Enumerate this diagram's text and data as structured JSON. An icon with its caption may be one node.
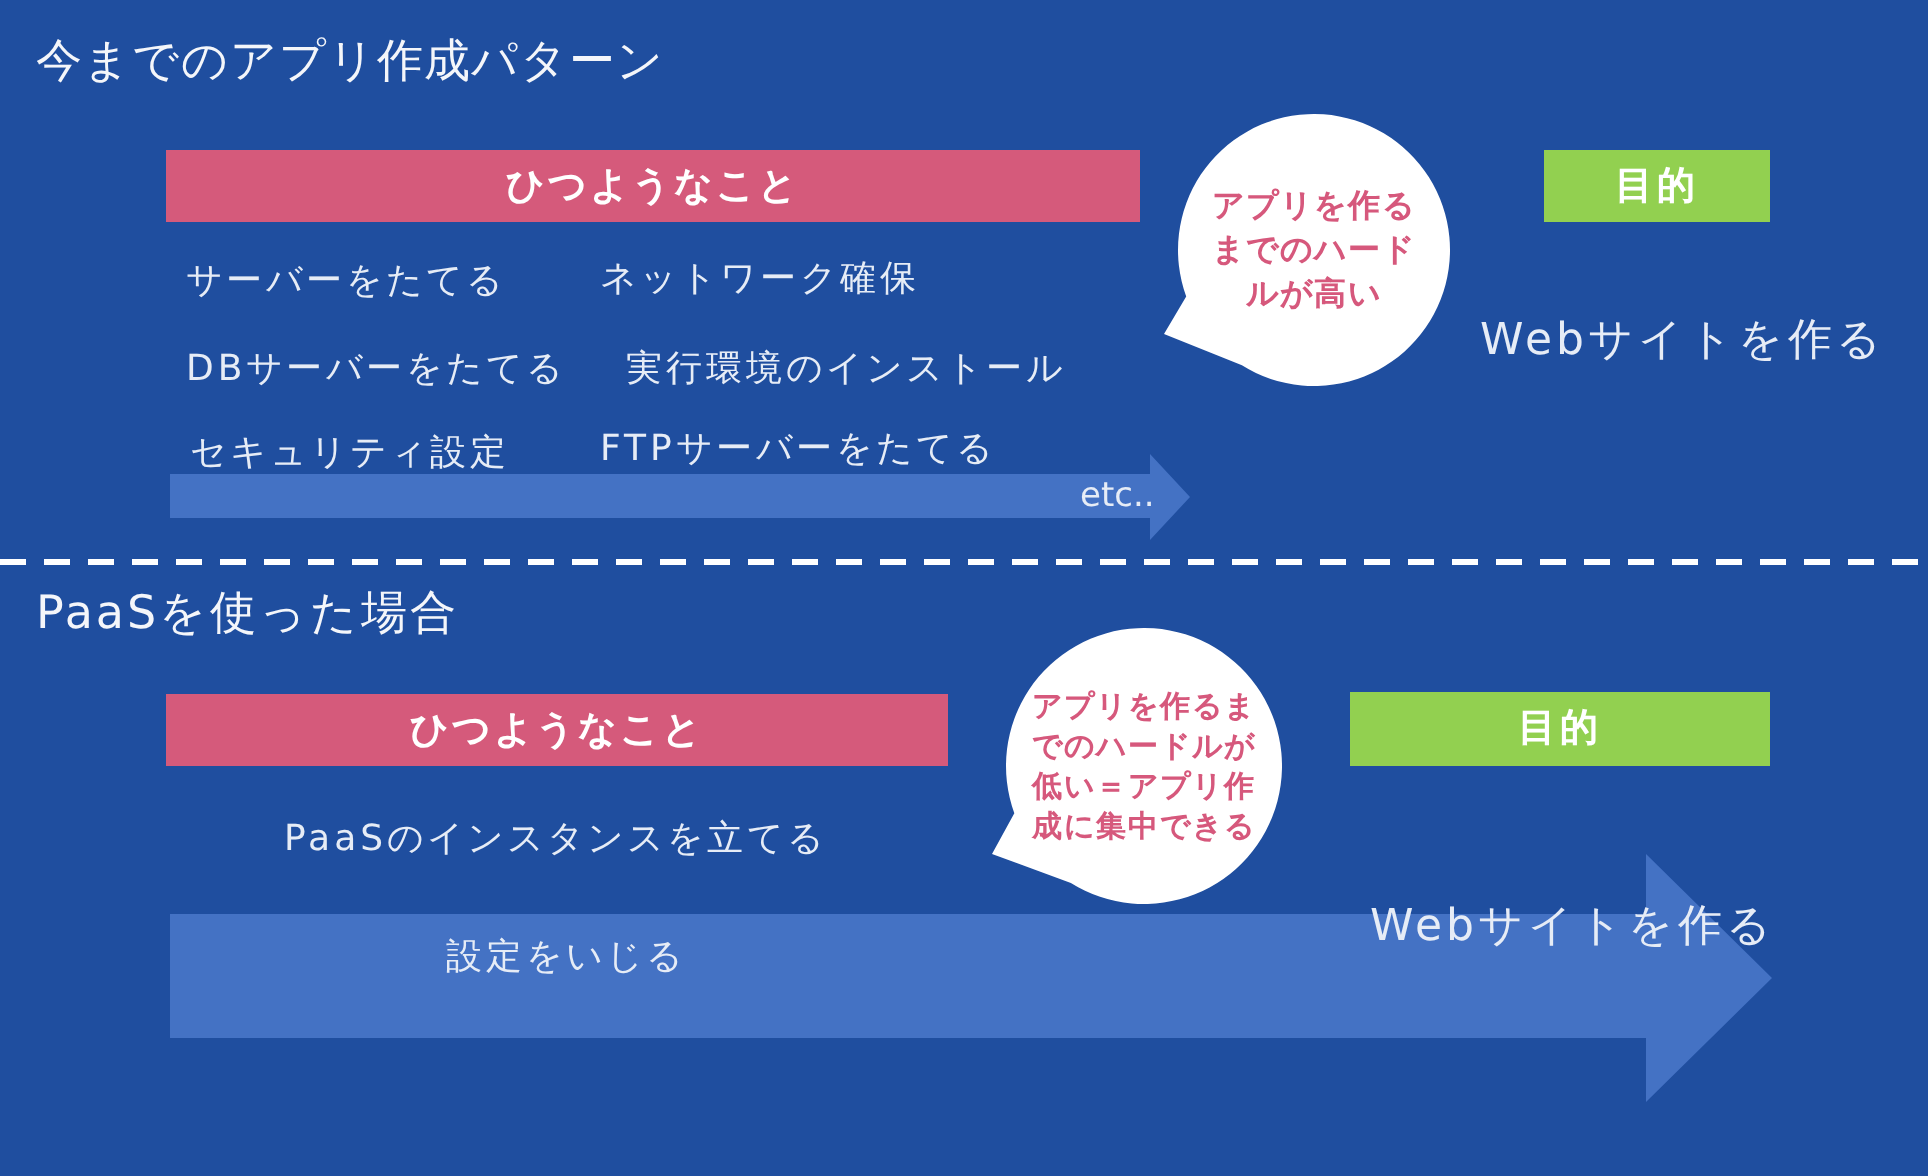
{
  "diagram": {
    "nodes": [
      {
        "text": [
          "ひつようなこと"
        ]
      },
      {
        "text": [
          "アプリを作るまでのハードルが高い"
        ]
      },
      {
        "text": [
          "目的"
        ]
      },
      {
        "text": [
          "etc.."
        ]
      },
      {
        "text": [
          "ひつようなこと"
        ]
      },
      {
        "text": [
          "アプリを作るまでのハードルが低い＝アプリ作成に集中できる"
        ]
      },
      {
        "text": [
          "目的"
        ]
      },
      {
        "text": [
          "設定をいじる",
          "Webサイトを作る"
        ]
      }
    ],
    "labels": [
      "今までのアプリ作成パターン",
      "サーバーをたてる",
      "ネットワーク確保",
      "Webサイトを作る",
      "DBサーバーをたてる",
      "実行環境のインストール",
      "セキュリティ設定",
      "FTPサーバーをたてる",
      "PaaSを使った場合",
      "PaaSのインスタンスを立てる"
    ]
  }
}
